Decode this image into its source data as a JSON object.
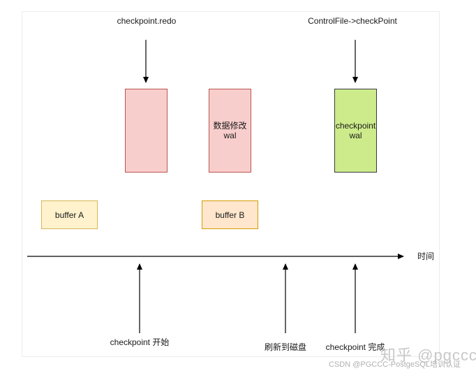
{
  "labels": {
    "top_left": "checkpoint.redo",
    "top_right": "ControlFile->checkPoint",
    "time_axis": "时间",
    "checkpoint_start": "checkpoint 开始",
    "flush_to_disk": "刷新到磁盘",
    "checkpoint_done": "checkpoint 完成"
  },
  "boxes": {
    "pink_empty": "",
    "data_change": "数据修改\nwal",
    "checkpoint_wal": "checkpoint\nwal",
    "buffer_a": "buffer A",
    "buffer_b": "buffer B"
  },
  "watermark": {
    "text": "知乎 @pgccc",
    "credit": "CSDN @PGCCC-PostgeSQL培训认证"
  },
  "colors": {
    "pink_fill": "#f8cecc",
    "pink_stroke": "#b85450",
    "green_fill": "#cdeb8b",
    "yellow_fill": "#fff2cc",
    "orange_fill": "#ffe6cc",
    "line": "#000000"
  }
}
